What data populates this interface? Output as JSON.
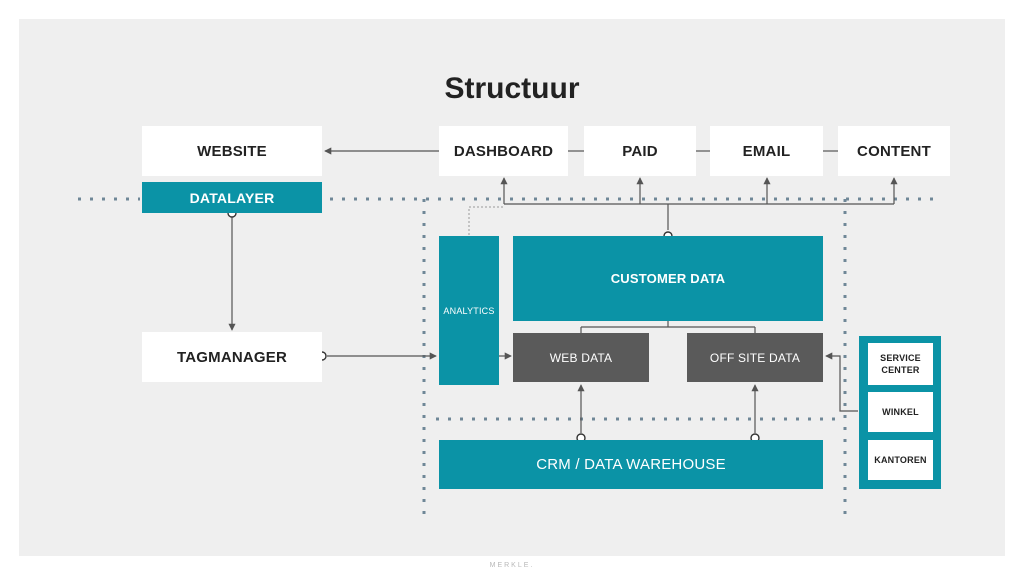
{
  "title": "Structuur",
  "footer": "MERKLE.",
  "nodes": {
    "website": "WEBSITE",
    "datalayer": "DATALAYER",
    "tagmanager": "TAGMANAGER",
    "dashboard": "DASHBOARD",
    "paid": "PAID",
    "email": "EMAIL",
    "content": "CONTENT",
    "analytics": "ANALYTICS",
    "customer_data": "CUSTOMER DATA",
    "web_data": "WEB DATA",
    "off_site_data": "OFF SITE DATA",
    "crm": "CRM / DATA WAREHOUSE",
    "service_center": "SERVICE CENTER",
    "winkel": "WINKEL",
    "kantoren": "KANTOREN"
  },
  "colors": {
    "teal": "#0b93a6",
    "dark_gray": "#5a5a5a",
    "dots": "#6f8797",
    "background": "#efefef"
  }
}
